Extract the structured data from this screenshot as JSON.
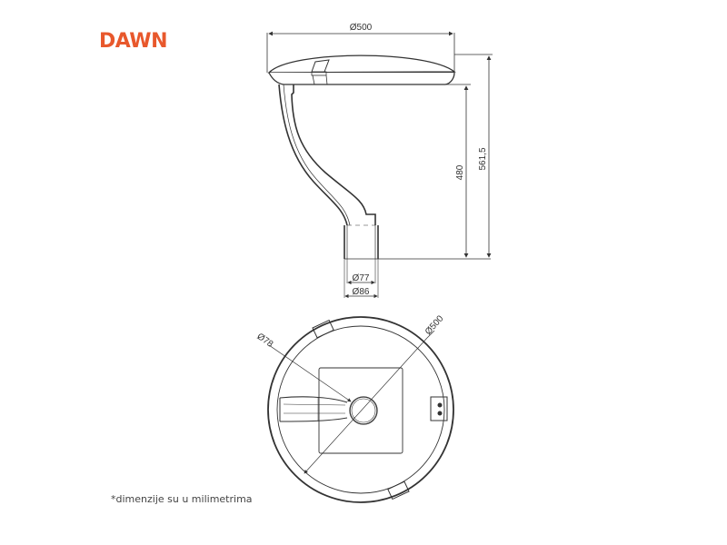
{
  "brand": {
    "logo_text": "DAWN",
    "logo_color": "#e8582c"
  },
  "drawing": {
    "side_view": {
      "diameter_label": "Ø500",
      "height_label": "480",
      "total_height_label": "561,5",
      "inner_pole_label": "Ø77",
      "outer_pole_label": "Ø86"
    },
    "top_view": {
      "pole_diameter_label": "Ø78",
      "diameter_label": "Ø500"
    },
    "line_color": "#333333"
  },
  "footer": {
    "note": "*dimenzije su u milimetrima"
  }
}
